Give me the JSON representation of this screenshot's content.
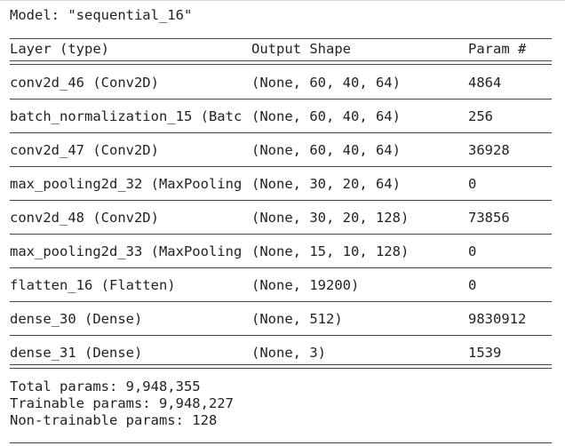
{
  "model_title": "Model: \"sequential_16\"",
  "columns": {
    "layer": "Layer (type)",
    "shape": "Output Shape",
    "param": "Param #"
  },
  "rows": [
    {
      "layer": "conv2d_46 (Conv2D)",
      "shape": "(None, 60, 40, 64)",
      "param": "4864"
    },
    {
      "layer": "batch_normalization_15 (Batc",
      "shape": "(None, 60, 40, 64)",
      "param": "256"
    },
    {
      "layer": "conv2d_47 (Conv2D)",
      "shape": "(None, 60, 40, 64)",
      "param": "36928"
    },
    {
      "layer": "max_pooling2d_32 (MaxPooling",
      "shape": "(None, 30, 20, 64)",
      "param": "0"
    },
    {
      "layer": "conv2d_48 (Conv2D)",
      "shape": "(None, 30, 20, 128)",
      "param": "73856"
    },
    {
      "layer": "max_pooling2d_33 (MaxPooling",
      "shape": "(None, 15, 10, 128)",
      "param": "0"
    },
    {
      "layer": "flatten_16 (Flatten)",
      "shape": "(None, 19200)",
      "param": "0"
    },
    {
      "layer": "dense_30 (Dense)",
      "shape": "(None, 512)",
      "param": "9830912"
    },
    {
      "layer": "dense_31 (Dense)",
      "shape": "(None, 3)",
      "param": "1539"
    }
  ],
  "totals": {
    "total": "Total params: 9,948,355",
    "trainable": "Trainable params: 9,948,227",
    "non_trainable": "Non-trainable params: 128"
  }
}
